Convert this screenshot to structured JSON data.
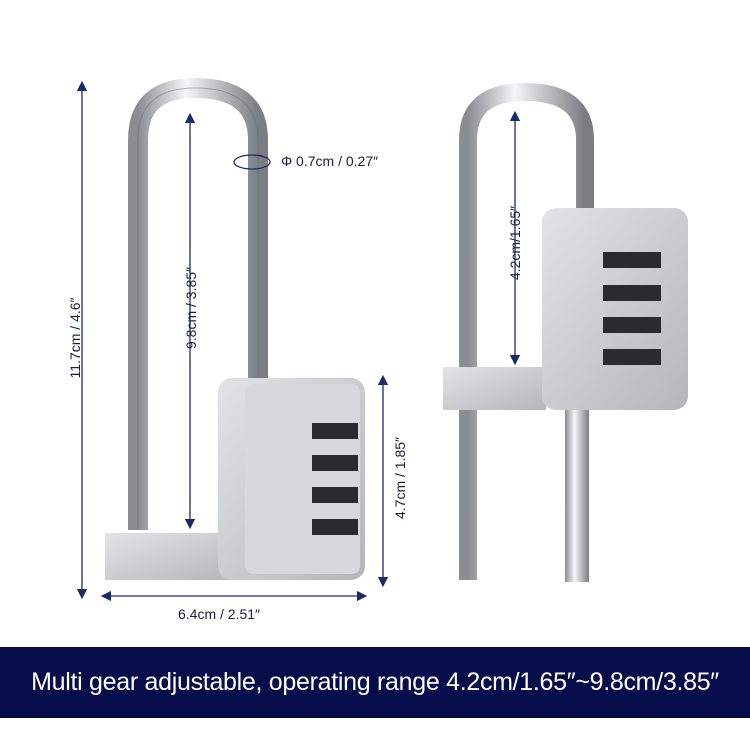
{
  "dimensions": {
    "shackle_diameter": "Φ 0.7cm / 0.27″",
    "max_opening": "9.8cm / 3.85″",
    "total_height": "11.7cm / 4.6″",
    "body_height": "4.7cm / 1.85″",
    "width": "6.4cm / 2.51″",
    "min_opening": "4.2cm/1.65″"
  },
  "banner": {
    "text": "Multi gear adjustable, operating range 4.2cm/1.65″~9.8cm/3.85″"
  },
  "colors": {
    "banner": "#070d4a",
    "dimension_line": "#1a2a6a",
    "metal": "#c9ccd0"
  }
}
